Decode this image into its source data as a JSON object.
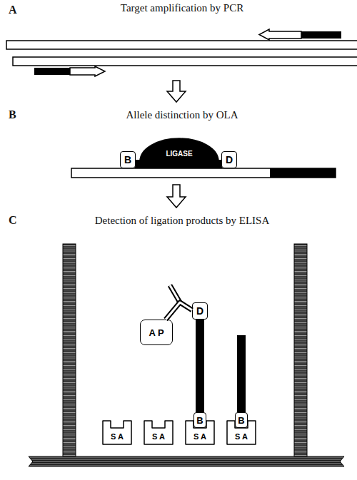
{
  "diagram": {
    "nodes": [
      {
        "text": [
          "B"
        ]
      },
      {
        "text": [
          "LIGASE"
        ]
      },
      {
        "text": [
          "D"
        ]
      },
      {
        "text": [
          "D"
        ]
      },
      {
        "text": [
          "A P"
        ]
      },
      {
        "text": [
          "B"
        ]
      },
      {
        "text": [
          "B"
        ]
      },
      {
        "text": [
          "S A"
        ]
      },
      {
        "text": [
          "S A"
        ]
      },
      {
        "text": [
          "S A"
        ]
      },
      {
        "text": [
          "S A"
        ]
      }
    ],
    "edges": [
      {
        "from": 5,
        "to": 3,
        "arrow": "none"
      },
      {
        "from": 4,
        "to": 3,
        "arrow": "none"
      }
    ],
    "labels": [
      "A",
      "Target amplification by PCR",
      "B",
      "Allele distinction by OLA",
      "C",
      "Detection of ligation products by ELISA"
    ]
  }
}
